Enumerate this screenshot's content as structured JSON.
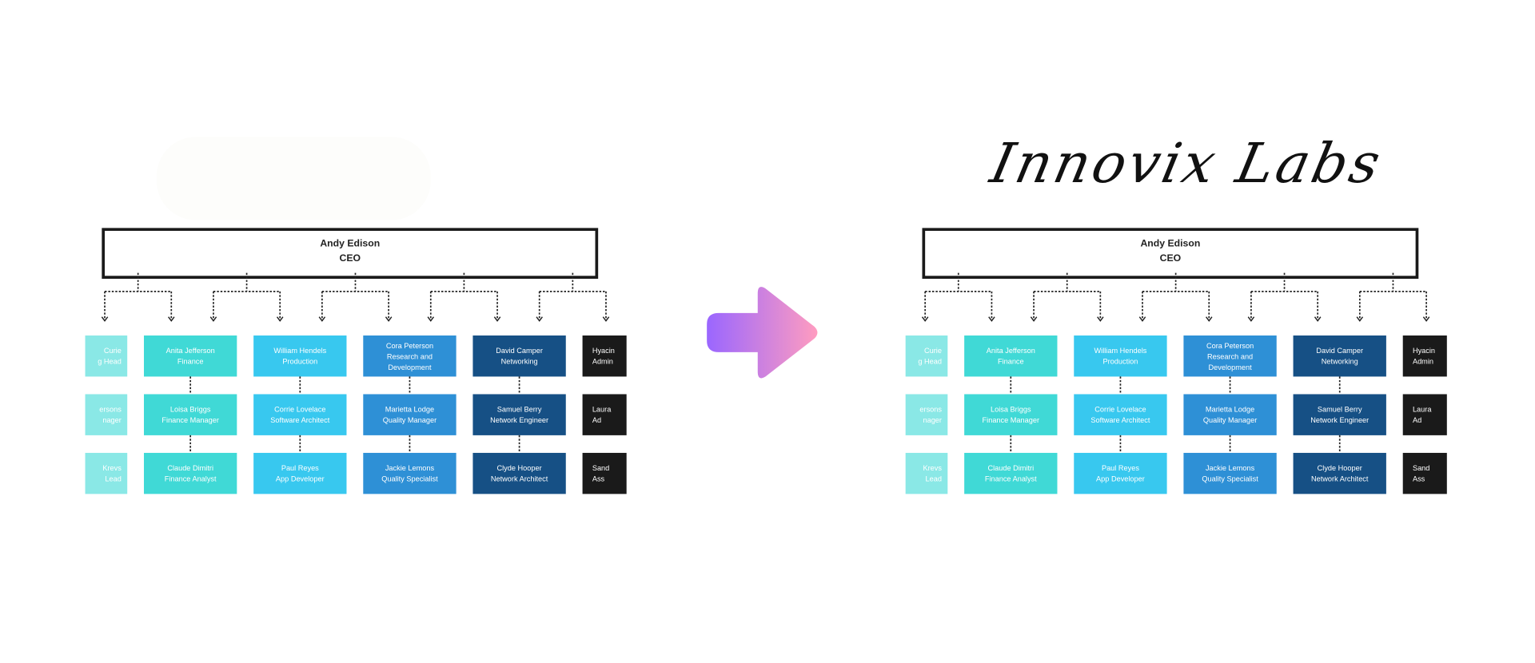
{
  "arrow": {
    "icon": "right-arrow-icon",
    "gradient": [
      "#9a66ff",
      "#ff9cc0"
    ]
  },
  "after": {
    "logo_text": "Innovix Labs"
  },
  "org_chart": {
    "ceo": {
      "name": "Andy Edison",
      "title": "CEO"
    },
    "columns": [
      {
        "color": "#8ae8e6",
        "clipped": "left",
        "members": [
          [
            "Curie",
            "g Head"
          ],
          [
            "ersons",
            "nager"
          ],
          [
            "Krevs",
            "Lead"
          ]
        ]
      },
      {
        "color": "#40d9d6",
        "members": [
          [
            "Anita Jefferson",
            "Finance"
          ],
          [
            "Loisa Briggs",
            "Finance Manager"
          ],
          [
            "Claude Dimitri",
            "Finance Analyst"
          ]
        ]
      },
      {
        "color": "#38c8ef",
        "members": [
          [
            "William Hendels",
            "Production"
          ],
          [
            "Corrie Lovelace",
            "Software Architect"
          ],
          [
            "Paul Reyes",
            "App Developer"
          ]
        ]
      },
      {
        "color": "#2e90d6",
        "members": [
          [
            "Cora Peterson",
            "Research and",
            "Development"
          ],
          [
            "Marietta Lodge",
            "Quality Manager"
          ],
          [
            "Jackie Lemons",
            "Quality Specialist"
          ]
        ]
      },
      {
        "color": "#165085",
        "members": [
          [
            "David Camper",
            "Networking"
          ],
          [
            "Samuel Berry",
            "Network Engineer"
          ],
          [
            "Clyde Hooper",
            "Network Architect"
          ]
        ]
      },
      {
        "color": "#1a1a1a",
        "clipped": "right",
        "members": [
          [
            "Hyacin",
            "Admin"
          ],
          [
            "Laura",
            "Ad"
          ],
          [
            "Sand",
            "Ass"
          ]
        ]
      }
    ]
  }
}
